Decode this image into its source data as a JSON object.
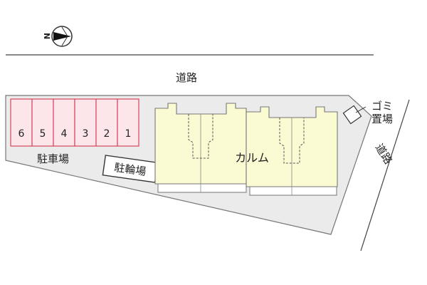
{
  "map": {
    "north_symbol": "N",
    "road_top_label": "道路",
    "road_right_label": "道路",
    "building_name": "カルム",
    "parking_label": "駐車場",
    "bicycle_parking_label": "駐輪場",
    "garbage_label_line1": "ゴミ",
    "garbage_label_line2": "置場",
    "parking_spaces": [
      "6",
      "5",
      "4",
      "3",
      "2",
      "1"
    ]
  },
  "colors": {
    "site_fill": "#ebebeb",
    "building_fill": "#fbfbd3",
    "parking_fill": "#fce6ea",
    "parking_stroke": "#d5475f",
    "outline": "#777777"
  }
}
